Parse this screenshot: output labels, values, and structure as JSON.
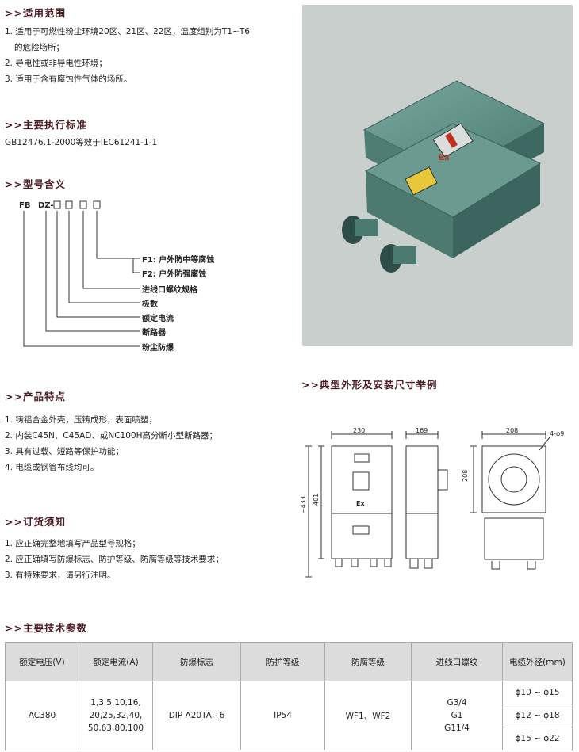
{
  "sections": {
    "scope": {
      "title": ">>适用范围",
      "items": [
        "1. 适用于可燃性粉尘环境20区、21区、22区，温度组别为T1~T6",
        "的危险场所；",
        "2. 导电性或非导电性环境；",
        "3. 适用于含有腐蚀性气体的场所。"
      ]
    },
    "standard": {
      "title": ">>主要执行标准",
      "text": "GB12476.1-2000等效于IEC61241-1-1"
    },
    "model": {
      "title": ">>型号含义",
      "code_prefix": "FB",
      "code_mid": "DZ-",
      "labels": [
        "F1:  户外防中等腐蚀",
        "F2:  户外防强腐蚀",
        "进线口螺纹规格",
        "极数",
        "额定电流",
        "断路器",
        "粉尘防爆"
      ]
    },
    "features": {
      "title": ">>产品特点",
      "items": [
        "1. 铸铝合金外壳，压铸成形，表面喷塑；",
        "2. 内装C45N、C45AD、或NC100H高分断小型断路器；",
        "3. 具有过载、短路等保护功能；",
        "4. 电缆或钢管布线均可。"
      ]
    },
    "ordering": {
      "title": ">>订货须知",
      "items": [
        "1. 应正确完整地填写产品型号规格；",
        "2. 应正确填写防爆标志、防护等级、防腐等级等技术要求；",
        "3. 有特殊要求，请另行注明。"
      ]
    },
    "dimensions": {
      "title": ">>典型外形及安装尺寸举例",
      "dims": [
        "230",
        "169",
        "208",
        "4-φ9",
        "208",
        "~433",
        "401"
      ],
      "ex_mark": "Ex"
    },
    "params": {
      "title": ">>主要技术参数",
      "headers": [
        "额定电压(V)",
        "额定电流(A)",
        "防爆标志",
        "防护等级",
        "防腐等级",
        "进线口螺纹",
        "电缆外径(mm)"
      ],
      "voltage": "AC380",
      "current_lines": [
        "1,3,5,10,16,",
        "20,25,32,40,",
        "50,63,80,100"
      ],
      "ex_marking": "DIP A20TA,T6",
      "ip": "IP54",
      "anticorrosion": "WF1、WF2",
      "threads": [
        "G3/4",
        "G1",
        "G11/4"
      ],
      "cable_od": [
        "ϕ10 ~ ϕ15",
        "ϕ12 ~ ϕ18",
        "ϕ15 ~ ϕ22"
      ]
    }
  },
  "colors": {
    "heading": "#4a1c24",
    "photo_bg": "#c9cfcd",
    "enclosure": "#5f8f86",
    "table_head": "#dcdcdc"
  }
}
